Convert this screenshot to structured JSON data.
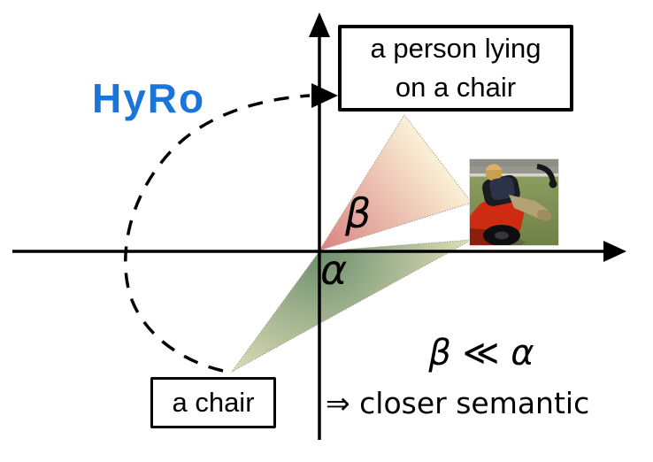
{
  "method_label": {
    "text": "HyRo"
  },
  "top_box": {
    "line1": "a person lying",
    "line2": "on a chair"
  },
  "bottom_box": {
    "label": "a chair"
  },
  "angles": {
    "beta": "β",
    "alpha": "α"
  },
  "conclusion": {
    "line1": "β ≪ α",
    "line2": "⇒ closer semantic"
  },
  "photo": {
    "alt": "a person lying on the seat of a red riding mower"
  },
  "colors": {
    "accent": "#1b74d8",
    "beta_cone_start": "#d98181",
    "beta_cone_end": "#fbf3d8",
    "alpha_cone_start": "#6d8f6d",
    "alpha_cone_end": "#efe9c2"
  }
}
